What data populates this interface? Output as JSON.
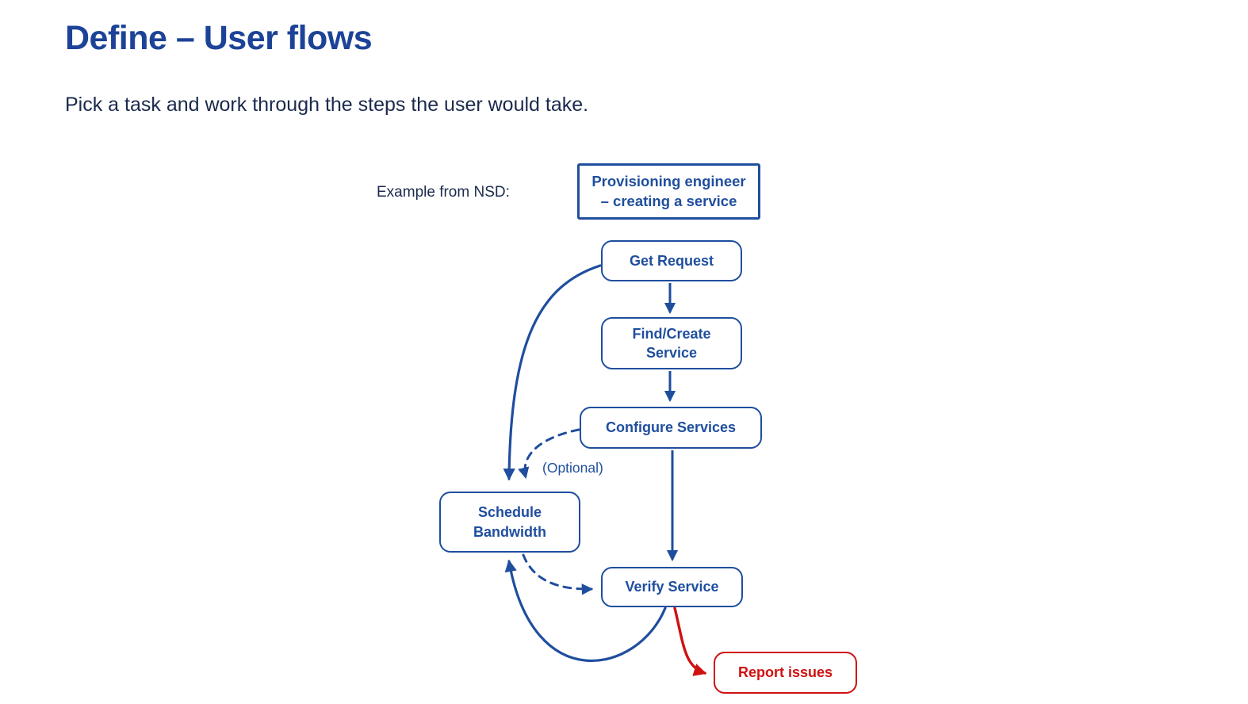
{
  "slide": {
    "title": "Define – User flows",
    "subtitle": "Pick a task and work through the steps the user would take.",
    "example_label": "Example from NSD:"
  },
  "colors": {
    "diagram_blue": "#1F4E9E",
    "title_blue": "#1D4398",
    "body_text_navy": "#1B2A4D",
    "alert_red": "#D01111"
  },
  "flow": {
    "nodes": {
      "actor": {
        "line1": "Provisioning engineer",
        "line2": "– creating a service"
      },
      "get_request": {
        "label": "Get Request"
      },
      "find_create": {
        "line1": "Find/Create",
        "line2": "Service"
      },
      "configure": {
        "label": "Configure Services"
      },
      "schedule": {
        "line1": "Schedule",
        "line2": "Bandwidth"
      },
      "verify": {
        "label": "Verify Service"
      },
      "report": {
        "label": "Report issues"
      }
    },
    "optional_label": "(Optional)",
    "edges": [
      {
        "from": "get_request",
        "to": "find_create",
        "style": "solid-straight",
        "color": "blue"
      },
      {
        "from": "find_create",
        "to": "configure",
        "style": "solid-straight",
        "color": "blue"
      },
      {
        "from": "configure",
        "to": "verify",
        "style": "solid-straight",
        "color": "blue"
      },
      {
        "from": "get_request",
        "to": "schedule",
        "style": "solid-curve",
        "color": "blue"
      },
      {
        "from": "configure",
        "to": "schedule",
        "style": "dashed-curve",
        "color": "blue",
        "note": "(Optional)"
      },
      {
        "from": "schedule",
        "to": "verify",
        "style": "dashed-curve",
        "color": "blue"
      },
      {
        "from": "verify",
        "to": "schedule",
        "style": "solid-curve",
        "color": "blue"
      },
      {
        "from": "verify",
        "to": "report",
        "style": "solid-curve",
        "color": "red"
      }
    ]
  }
}
